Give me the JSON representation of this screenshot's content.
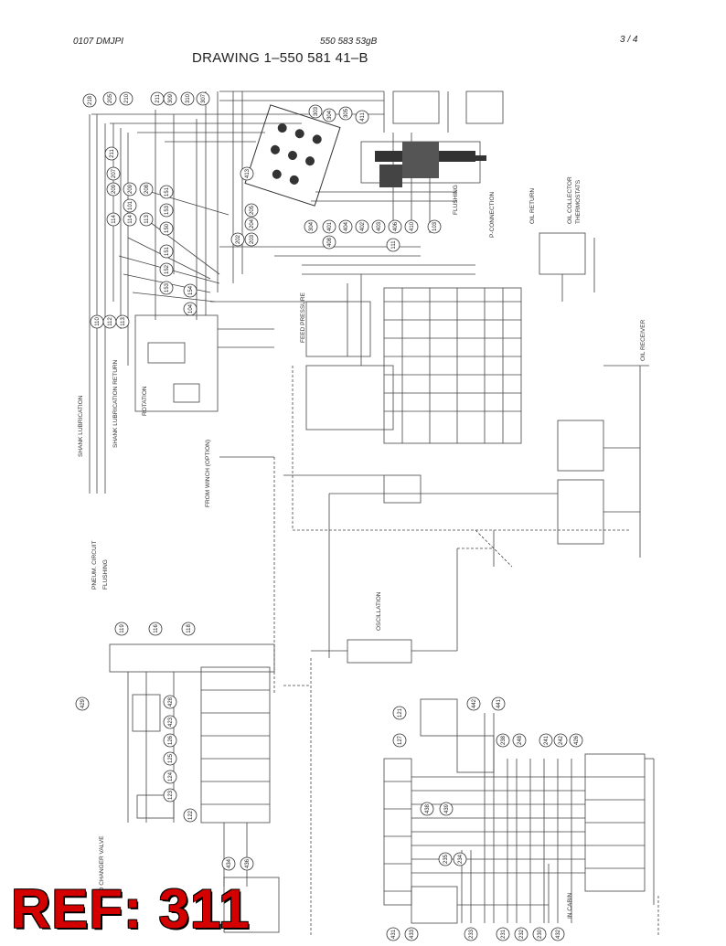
{
  "header": {
    "left": "0107 DMJPI",
    "center": "550 583 53gB",
    "page": "3 /   4"
  },
  "title": "DRAWING 1–550 581 41–B",
  "ref_label": "REF: 311",
  "labels": {
    "shank_lubrication": "SHANK LUBRICATION",
    "shank_lubrication_return": "SHANK LUBRICATION RETURN",
    "rotation": "ROTATION",
    "feed_pressure": "FEED PRESSURE",
    "flushing": "FLUSHING",
    "pneum_circuit": "PNEUM. CIRCUIT",
    "flushing2": "FLUSHING",
    "from_winch": "FROM WINCH (OPTION)",
    "oscillation": "OSCILLATION",
    "rod_changer_valve": "ROD CHANGER VALVE",
    "in_cabin": "IN CABIN",
    "oil_collector": "OIL COLLECTOR",
    "thermostats": "THERMOSTATS",
    "oil_return": "OIL RETURN",
    "oil_receiver": "OIL RECEIVER",
    "p_connection": "P-CONNECTION"
  },
  "circle_numbers": [
    "218",
    "205",
    "210",
    "211",
    "309",
    "310",
    "307",
    "303",
    "304",
    "305",
    "411",
    "211",
    "207",
    "209",
    "209",
    "208",
    "101",
    "114",
    "114",
    "113",
    "205",
    "204",
    "203",
    "202",
    "304",
    "401",
    "404",
    "402",
    "403",
    "406",
    "410",
    "408",
    "111",
    "103",
    "413",
    "151",
    "153",
    "150",
    "151",
    "152",
    "153",
    "154",
    "104",
    "110",
    "112",
    "113",
    "119",
    "116",
    "118",
    "429",
    "428",
    "423",
    "126",
    "125",
    "124",
    "123",
    "122",
    "121",
    "127",
    "438",
    "439",
    "442",
    "441",
    "238",
    "248",
    "241",
    "242",
    "426",
    "235",
    "234",
    "233",
    "231",
    "232",
    "230",
    "432",
    "431",
    "433",
    "434",
    "436"
  ]
}
